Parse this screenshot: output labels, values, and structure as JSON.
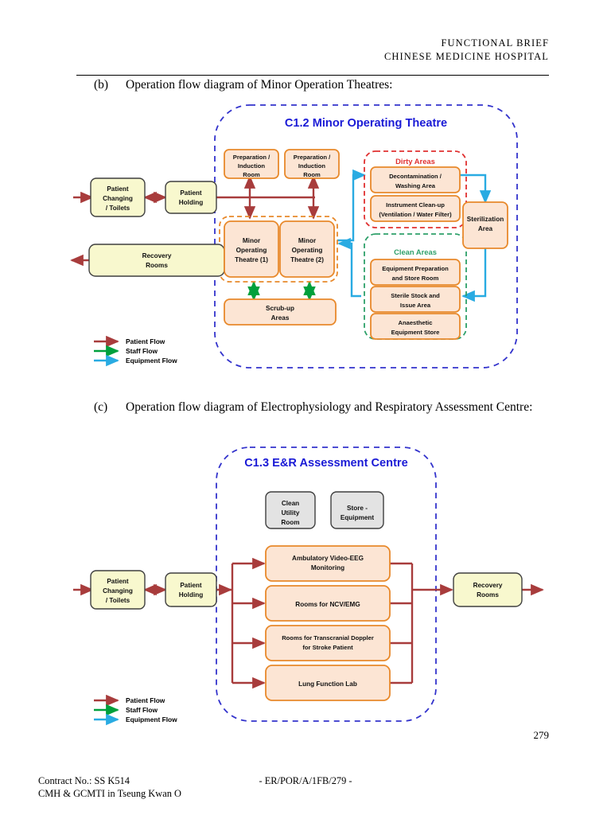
{
  "header": {
    "line1": "FUNCTIONAL  BRIEF",
    "line2": "CHINESE  MEDICINE  HOSPITAL"
  },
  "sections": [
    {
      "label": "(b)",
      "text": "Operation flow diagram of Minor Operation Theatres:"
    },
    {
      "label": "(c)",
      "text": "Operation flow diagram of Electrophysiology and Respiratory Assessment Centre:"
    }
  ],
  "legend": {
    "items": [
      {
        "label": "Patient Flow",
        "color": "#a83c3c"
      },
      {
        "label": "Staff Flow",
        "color": "#00a03c"
      },
      {
        "label": "Equipment Flow",
        "color": "#29abe2"
      }
    ]
  },
  "diagram1": {
    "title": "C1.2 Minor Operating Theatre",
    "title_color": "#1a1ad6",
    "boundary_color": "#3333cc",
    "boxes": {
      "patient_changing": "Patient\nChanging\n/ Toilets",
      "patient_holding": "Patient\nHolding",
      "recovery_rooms": "Recovery\nRooms",
      "prep_induction_1": "Preparation /\nInduction\nRoom",
      "prep_induction_2": "Preparation /\nInduction\nRoom",
      "mot_1": "Minor\nOperating\nTheatre (1)",
      "mot_2": "Minor\nOperating\nTheatre (2)",
      "scrub_up": "Scrub-up\nAreas",
      "decontamination": "Decontamination /\nWashing Area",
      "instrument_cleanup": "Instrument Clean-up\n(Ventilation / Water Filter)",
      "sterilization": "Sterilization\nArea",
      "equipment_prep": "Equipment Preparation\nand Store Room",
      "sterile_stock": "Sterile Stock and\nIssue Area",
      "anaesthetic_store": "Anaesthetic\nEquipment Store"
    },
    "groups": {
      "dirty_areas": {
        "title": "Dirty Areas",
        "color": "#e03030"
      },
      "clean_areas": {
        "title": "Clean Areas",
        "color": "#2ea06a"
      },
      "mot_group_color": "#e8892b"
    }
  },
  "diagram2": {
    "title": "C1.3 E&R Assessment Centre",
    "title_color": "#1a1ad6",
    "boundary_color": "#3333cc",
    "boxes": {
      "patient_changing": "Patient\nChanging\n/ Toilets",
      "patient_holding": "Patient\nHolding",
      "recovery_rooms": "Recovery\nRooms",
      "clean_utility": "Clean\nUtility\nRoom",
      "store_equipment": "Store -\nEquipment",
      "room_1": "Ambulatory Video-EEG\nMonitoring",
      "room_2": "Rooms for NCV/EMG",
      "room_3": "Rooms for Transcranial Doppler\nfor Stroke Patient",
      "room_4": "Lung Function Lab"
    }
  },
  "footer": {
    "page_number": "279",
    "contract_line1": "Contract No.: SS K514",
    "contract_line2": "CMH & GCMTI in Tseung Kwan O",
    "center": "- ER/POR/A/1FB/279 -"
  },
  "colors": {
    "yellow_fill": "#f8f8ce",
    "yellow_stroke": "#3f3f3f",
    "peach_fill": "#fce5d4",
    "peach_stroke": "#e8892b",
    "gray_fill": "#e3e3e3",
    "gray_stroke": "#3f3f3f",
    "patient_flow": "#a83c3c",
    "staff_flow": "#00a03c",
    "equipment_flow": "#29abe2"
  }
}
